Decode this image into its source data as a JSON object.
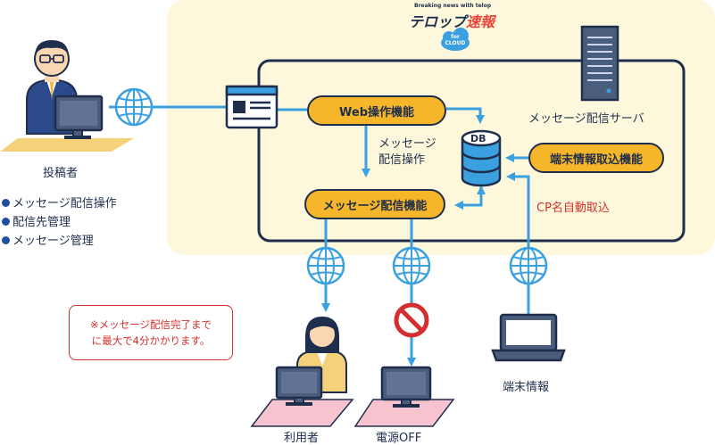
{
  "logo": {
    "tagline": "Breaking news with telop",
    "name_part1": "テロップ",
    "name_part2": "速報",
    "for_text": "for",
    "cloud_text": "CLOUD"
  },
  "labels": {
    "poster": "投稿者",
    "server": "メッセージ配信サーバ",
    "msg_op_line1": "メッセージ",
    "msg_op_line2": "配信操作",
    "cp_auto": "CP名自動取込",
    "user": "利用者",
    "power_off": "電源OFF",
    "terminal_info": "端末情報",
    "db": "DB"
  },
  "functions": {
    "web": "Web操作機能",
    "terminal_import": "端末情報取込機能",
    "delivery": "メッセージ配信機能"
  },
  "bullets": [
    "メッセージ配信操作",
    "配信先管理",
    "メッセージ管理"
  ],
  "note": {
    "line1": "※メッセージ配信完了まで",
    "line2": "に最大で4分かかります。"
  },
  "colors": {
    "region": "#fdf8db",
    "navy": "#1f2e4d",
    "accent_blue": "#3aa0df",
    "function_fill": "#f5b62a",
    "red": "#d42e2e"
  }
}
